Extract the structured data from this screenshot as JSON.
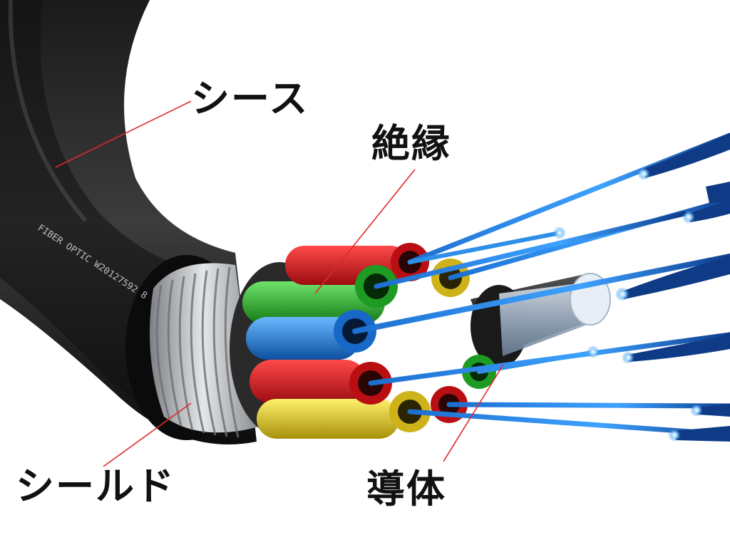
{
  "labels": {
    "sheath": "シース",
    "insulation": "絶縁",
    "shield": "シールド",
    "conductor": "導体"
  },
  "jacket_print": "FIBER OPTIC W20127592 8",
  "colors": {
    "leader_line": "#e0282a",
    "jacket": "#151515",
    "fiber_blue": "#2f8fe6",
    "tube_red": "#d6161c",
    "tube_green": "#26b12a",
    "tube_blue": "#1c78d8",
    "tube_yellow": "#d9c21a",
    "shield_metal": "#b9bcc0",
    "core_rod": "#2a2a2a"
  },
  "icons": [
    "fiber-optic-cable-illustration"
  ]
}
